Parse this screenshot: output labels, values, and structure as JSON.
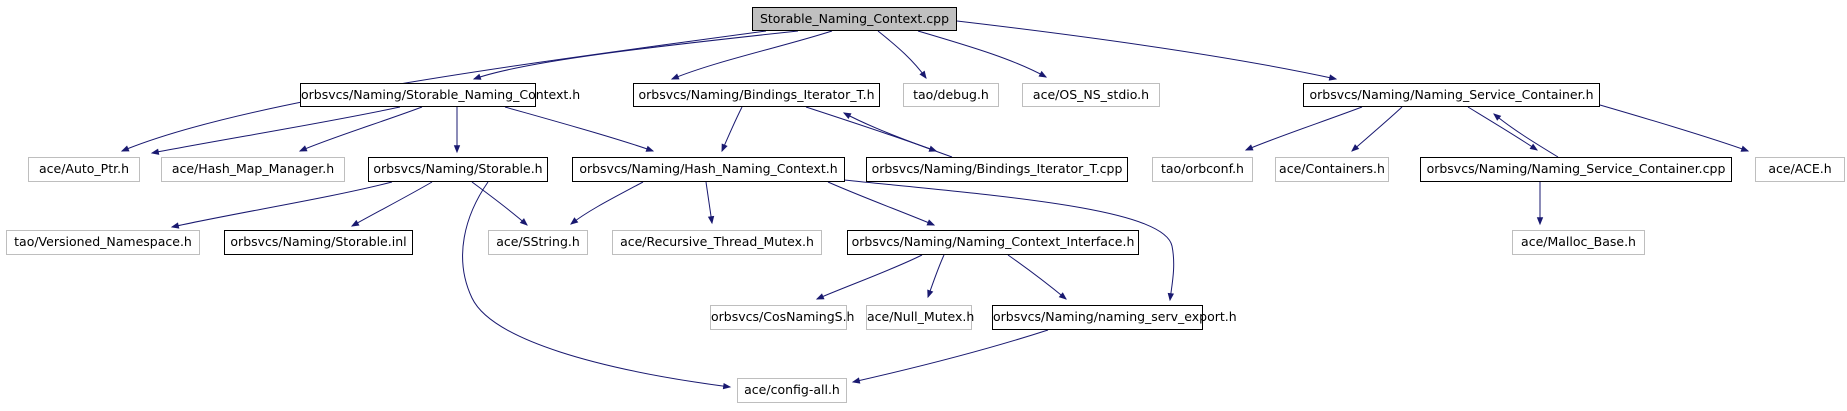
{
  "diagram": {
    "type": "include-dependency-graph",
    "colors": {
      "background": "#ffffff",
      "edge": "#191970",
      "main_node_fill": "#c0c0c0",
      "linked_node_border": "#000000",
      "plain_node_border": "#bebebe",
      "text": "#000000"
    },
    "nodes": [
      {
        "id": "cpp",
        "label": "Storable_Naming_Context.cpp",
        "style": "main"
      },
      {
        "id": "snc-h",
        "label": "orbsvcs/Naming/Storable_Naming_Context.h",
        "style": "linked"
      },
      {
        "id": "bit-h",
        "label": "orbsvcs/Naming/Bindings_Iterator_T.h",
        "style": "linked"
      },
      {
        "id": "debug",
        "label": "tao/debug.h",
        "style": "plain"
      },
      {
        "id": "os-ns-stdio",
        "label": "ace/OS_NS_stdio.h",
        "style": "plain"
      },
      {
        "id": "nsc-h",
        "label": "orbsvcs/Naming/Naming_Service_Container.h",
        "style": "linked"
      },
      {
        "id": "auto-ptr",
        "label": "ace/Auto_Ptr.h",
        "style": "plain"
      },
      {
        "id": "hash-map",
        "label": "ace/Hash_Map_Manager.h",
        "style": "plain"
      },
      {
        "id": "storable-h",
        "label": "orbsvcs/Naming/Storable.h",
        "style": "linked"
      },
      {
        "id": "hnc-h",
        "label": "orbsvcs/Naming/Hash_Naming_Context.h",
        "style": "linked"
      },
      {
        "id": "bit-cpp",
        "label": "orbsvcs/Naming/Bindings_Iterator_T.cpp",
        "style": "linked"
      },
      {
        "id": "orbconf",
        "label": "tao/orbconf.h",
        "style": "plain"
      },
      {
        "id": "containers",
        "label": "ace/Containers.h",
        "style": "plain"
      },
      {
        "id": "nsc-cpp",
        "label": "orbsvcs/Naming/Naming_Service_Container.cpp",
        "style": "linked"
      },
      {
        "id": "ace-h",
        "label": "ace/ACE.h",
        "style": "plain"
      },
      {
        "id": "vns",
        "label": "tao/Versioned_Namespace.h",
        "style": "plain"
      },
      {
        "id": "storable-inl",
        "label": "orbsvcs/Naming/Storable.inl",
        "style": "linked"
      },
      {
        "id": "sstring",
        "label": "ace/SString.h",
        "style": "plain"
      },
      {
        "id": "rtm",
        "label": "ace/Recursive_Thread_Mutex.h",
        "style": "plain"
      },
      {
        "id": "nci-h",
        "label": "orbsvcs/Naming/Naming_Context_Interface.h",
        "style": "linked"
      },
      {
        "id": "malloc-base",
        "label": "ace/Malloc_Base.h",
        "style": "plain"
      },
      {
        "id": "cosnamings",
        "label": "orbsvcs/CosNamingS.h",
        "style": "plain"
      },
      {
        "id": "null-mutex",
        "label": "ace/Null_Mutex.h",
        "style": "plain"
      },
      {
        "id": "nse-h",
        "label": "orbsvcs/Naming/naming_serv_export.h",
        "style": "linked"
      },
      {
        "id": "config-all",
        "label": "ace/config-all.h",
        "style": "plain"
      }
    ],
    "edges": [
      {
        "from": "cpp",
        "to": "snc-h"
      },
      {
        "from": "cpp",
        "to": "auto-ptr"
      },
      {
        "from": "cpp",
        "to": "bit-h"
      },
      {
        "from": "cpp",
        "to": "debug"
      },
      {
        "from": "cpp",
        "to": "os-ns-stdio"
      },
      {
        "from": "cpp",
        "to": "nsc-h"
      },
      {
        "from": "snc-h",
        "to": "auto-ptr"
      },
      {
        "from": "snc-h",
        "to": "hash-map"
      },
      {
        "from": "snc-h",
        "to": "storable-h"
      },
      {
        "from": "snc-h",
        "to": "hnc-h"
      },
      {
        "from": "bit-h",
        "to": "hnc-h"
      },
      {
        "from": "bit-h",
        "to": "bit-cpp"
      },
      {
        "from": "bit-cpp",
        "to": "bit-h"
      },
      {
        "from": "storable-h",
        "to": "vns"
      },
      {
        "from": "storable-h",
        "to": "storable-inl"
      },
      {
        "from": "storable-h",
        "to": "sstring"
      },
      {
        "from": "storable-h",
        "to": "config-all"
      },
      {
        "from": "hnc-h",
        "to": "sstring"
      },
      {
        "from": "hnc-h",
        "to": "rtm"
      },
      {
        "from": "hnc-h",
        "to": "nci-h"
      },
      {
        "from": "hnc-h",
        "to": "nse-h"
      },
      {
        "from": "nci-h",
        "to": "cosnamings"
      },
      {
        "from": "nci-h",
        "to": "null-mutex"
      },
      {
        "from": "nci-h",
        "to": "nse-h"
      },
      {
        "from": "nse-h",
        "to": "config-all"
      },
      {
        "from": "nsc-h",
        "to": "orbconf"
      },
      {
        "from": "nsc-h",
        "to": "containers"
      },
      {
        "from": "nsc-h",
        "to": "nsc-cpp"
      },
      {
        "from": "nsc-cpp",
        "to": "nsc-h"
      },
      {
        "from": "nsc-h",
        "to": "ace-h"
      },
      {
        "from": "nsc-cpp",
        "to": "malloc-base"
      }
    ]
  }
}
